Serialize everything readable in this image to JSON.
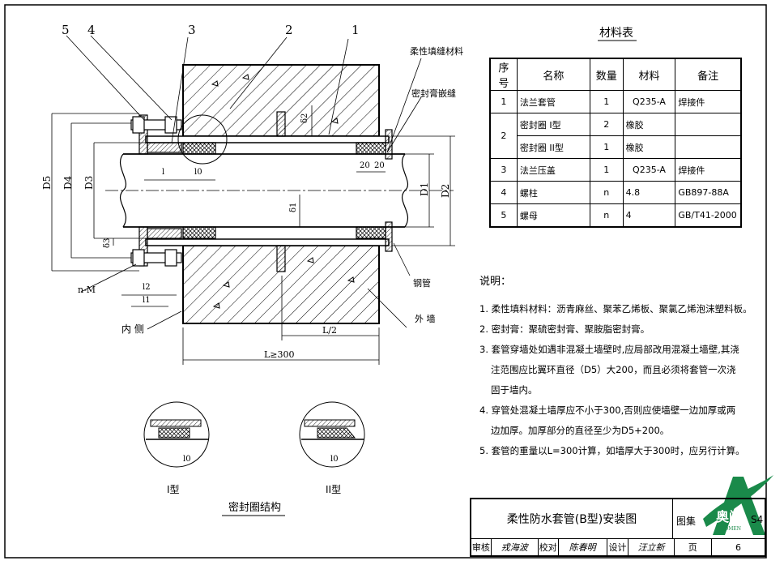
{
  "drawing": {
    "leaders": {
      "n5": "5",
      "n4": "4",
      "n3": "3",
      "n2": "2",
      "n1": "1"
    },
    "labels": {
      "soft_fill": "柔性填缝材料",
      "sealant": "密封膏嵌缝",
      "steel_pipe": "钢管",
      "outer_wall": "外  墙",
      "inner_side": "内  侧",
      "n_m": "n-M"
    },
    "dims": {
      "D5": "D5",
      "D4": "D4",
      "D3": "D3",
      "D1": "D1",
      "D2": "D2",
      "delta1": "δ1",
      "delta2": "δ2",
      "delta3": "δ3",
      "l": "l",
      "l0": "l0",
      "l1": "l1",
      "l2": "l2",
      "w20a": "20",
      "w20b": "20",
      "half": "L/2",
      "total": "L≥300"
    },
    "details": {
      "type1": "I型",
      "type2": "II型",
      "l0a": "l0",
      "l0b": "l0",
      "caption": "密封圈结构"
    }
  },
  "materials": {
    "title": "材料表",
    "headers": [
      "序号",
      "名称",
      "数量",
      "材料",
      "备注"
    ],
    "rows": [
      {
        "no": "1",
        "name": "法兰套管",
        "qty": "1",
        "mat": "Q235-A",
        "note": "焊接件"
      },
      {
        "no": "2",
        "name": "密封圈  I型",
        "qty": "2",
        "mat": "橡胶",
        "note": ""
      },
      {
        "no": "",
        "name": "密封圈  II型",
        "qty": "1",
        "mat": "橡胶",
        "note": ""
      },
      {
        "no": "3",
        "name": "法兰压盖",
        "qty": "1",
        "mat": "Q235-A",
        "note": "焊接件"
      },
      {
        "no": "4",
        "name": "螺柱",
        "qty": "n",
        "mat": "4.8",
        "note": "GB897-88A"
      },
      {
        "no": "5",
        "name": "螺母",
        "qty": "n",
        "mat": "4",
        "note": "GB/T41-2000"
      }
    ]
  },
  "notes": {
    "heading": "说明：",
    "items": [
      "1. 柔性填料材料：沥青麻丝、聚苯乙烯板、聚氯乙烯泡沫塑料板。",
      "2. 密封膏：聚硫密封膏、聚胺脂密封膏。",
      "3. 套管穿墙处如遇非混凝土墙壁时,应局部改用混凝土墙壁,其浇",
      "注范围应比翼环直径（D5）大200，而且必须将套管一次浇",
      "固于墙内。",
      "4. 穿管处混凝土墙厚应不小于300,否则应使墙壁一边加厚或两",
      "边加厚。加厚部分的直径至少为D5+200。",
      "5. 套管的重量以L=300计算，如墙厚大于300时，应另行计算。"
    ]
  },
  "title_block": {
    "title": "柔性防水套管(B型)安装图",
    "atlas_label": "图集",
    "atlas_no": "S4",
    "review_label": "审核",
    "review_sign": "戎海波",
    "check_label": "校对",
    "check_sign": "陈春明",
    "design_label": "设计",
    "design_sign": "汪立新",
    "page_label": "页",
    "page_no": "6"
  },
  "logo": {
    "text": "奥门",
    "sub": "AOMEN"
  }
}
